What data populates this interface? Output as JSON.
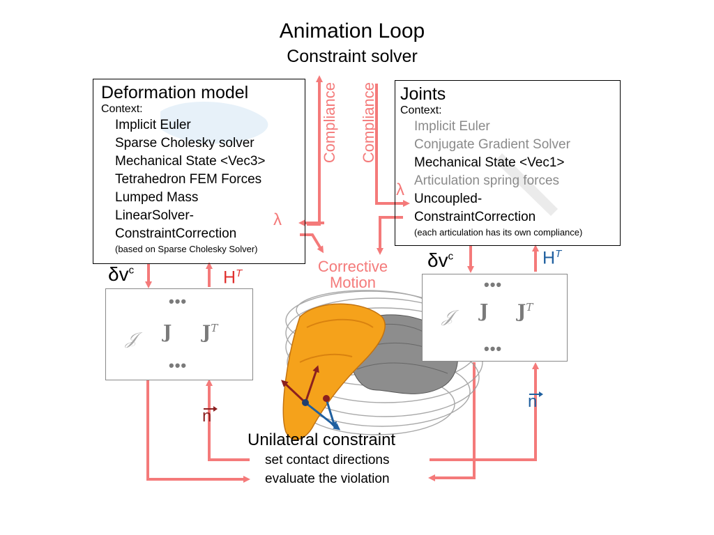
{
  "title": "Animation Loop",
  "subtitle": "Constraint solver",
  "left_box": {
    "heading": "Deformation model",
    "context_label": "Context:",
    "items": [
      "Implicit Euler",
      "Sparse Cholesky solver",
      "Mechanical State <Vec3>",
      "Tetrahedron FEM Forces",
      "Lumped Mass",
      "LinearSolver-",
      "ConstraintCorrection"
    ],
    "note": "(based on Sparse Cholesky Solver)"
  },
  "right_box": {
    "heading": "Joints",
    "context_label": "Context:",
    "items_gray": [
      "Implicit Euler",
      "Conjugate Gradient Solver"
    ],
    "item_state": "Mechanical State <Vec1>",
    "item_gray2": "Articulation spring forces",
    "items_black": [
      "Uncoupled-",
      "ConstraintCorrection"
    ],
    "note": "(each articulation has its own compliance)"
  },
  "labels": {
    "compliance_left": "Compliance",
    "compliance_right": "Compliance",
    "lambda": "λ",
    "corrective_1": "Corrective",
    "corrective_2": "Motion",
    "delta_v": "δv",
    "delta_v_sup": "c",
    "ht_left": "H",
    "ht_sup": "T",
    "ht_right": "H",
    "n_left": "n",
    "n_right": "n",
    "unilateral": "Unilateral constraint",
    "set_contact": "set contact directions",
    "evaluate": "evaluate the violation"
  },
  "matrix": {
    "script_j": "𝒥",
    "j": "J",
    "jt": "J",
    "jt_sup": "T",
    "dots": "•••"
  },
  "colors": {
    "arrow": "#f47a7a",
    "dark_red": "#8b1f1f",
    "blue": "#1f5f9f",
    "orange": "#f5a21b"
  }
}
